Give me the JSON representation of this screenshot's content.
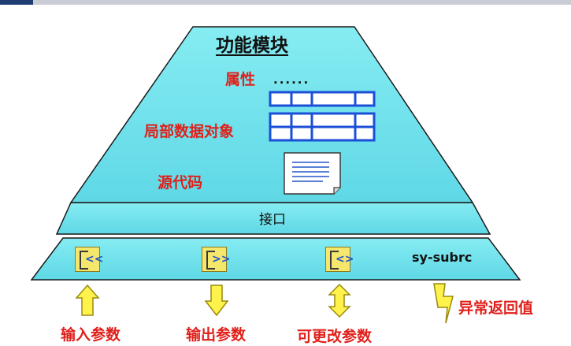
{
  "title": "功能模块",
  "attributes_label": "属性",
  "attributes_dots": "......",
  "local_objects_label": "局部数据对象",
  "source_code_label": "源代码",
  "interface_label": "接口",
  "sy_subrc_label": "sy-subrc",
  "params": [
    {
      "label": "输入参数",
      "icon": "import-parameter-icon",
      "glyph": "<<",
      "arrow": "up-arrow-icon"
    },
    {
      "label": "输出参数",
      "icon": "export-parameter-icon",
      "glyph": ">>",
      "arrow": "down-arrow-icon"
    },
    {
      "label": "可更改参数",
      "icon": "changing-parameter-icon",
      "glyph": "<>",
      "arrow": "double-arrow-icon"
    }
  ],
  "exception_label": "异常返回值",
  "colors": {
    "cyan": "#7fe8f0",
    "red_text": "#e0201b",
    "blue_grid": "#1c4fd8",
    "yellow": "#fff24a"
  }
}
